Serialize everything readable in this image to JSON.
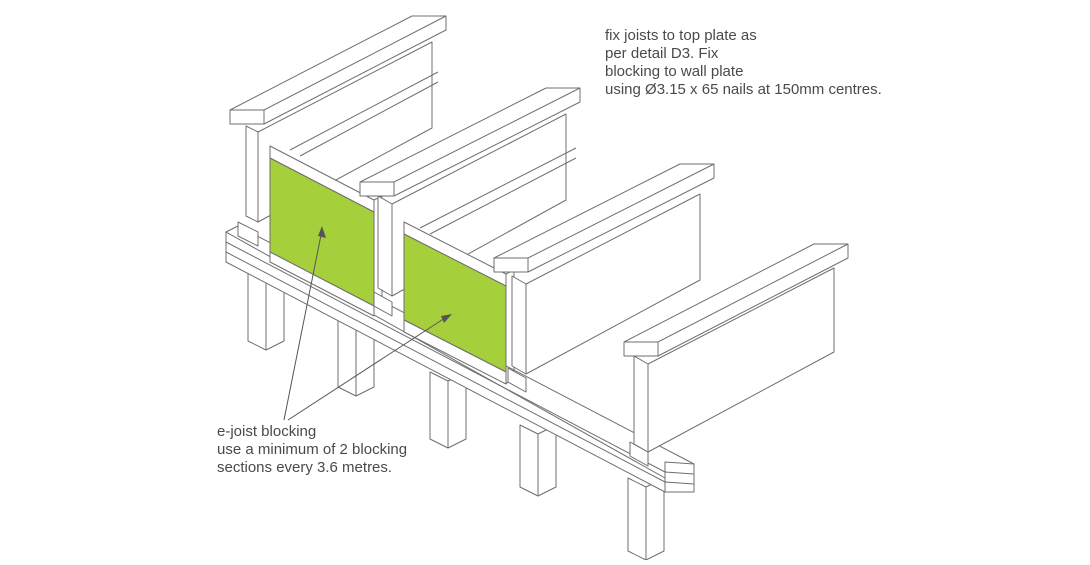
{
  "annotations": {
    "fixing_note": [
      "fix joists to top plate as",
      "per detail D3. Fix",
      "blocking to wall plate",
      "using Ø3.15 x 65 nails at 150mm centres."
    ],
    "blocking_note": [
      "e-joist blocking",
      "use a minimum of 2 blocking",
      "sections every 3.6 metres."
    ]
  },
  "colors": {
    "blocking_fill": "#a6cf3c",
    "line": "#6f6f6f",
    "text": "#4a4a4a",
    "background": "#ffffff"
  }
}
